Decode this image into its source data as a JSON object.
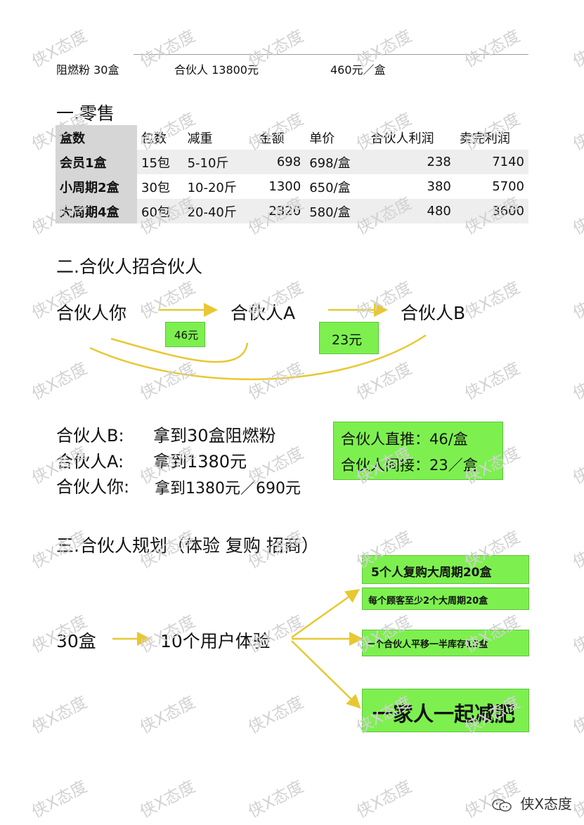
{
  "header": {
    "col1": "阻燃粉 30盒",
    "col2": "合伙人 13800元",
    "col3": "460元／盒"
  },
  "retail": {
    "title": "一.零售",
    "columns": [
      "盒数",
      "包数",
      "减重",
      "金额",
      "单价",
      "合伙人利润",
      "卖完利润"
    ],
    "rows": [
      [
        "会员1盒",
        "15包",
        "5-10斤",
        "698",
        "698/盒",
        "238",
        "7140"
      ],
      [
        "小周期2盒",
        "30包",
        "10-20斤",
        "1300",
        "650/盒",
        "380",
        "5700"
      ],
      [
        "大周期4盒",
        "60包",
        "20-40斤",
        "2320",
        "580/盒",
        "480",
        "3600"
      ]
    ]
  },
  "recruit": {
    "title": "二.合伙人招合伙人",
    "node_you": "合伙人你",
    "node_a": "合伙人A",
    "node_b": "合伙人B",
    "amount_1": "46元",
    "amount_2": "23元"
  },
  "results": {
    "b_label": "合伙人B:",
    "b_value": "拿到30盒阻燃粉",
    "a_label": "合伙人A:",
    "a_value": "拿到1380元",
    "you_label": "合伙人你:",
    "you_value": "拿到1380元／690元",
    "direct": "合伙人直推：46/盒",
    "indirect": "合伙人间接：23／盒"
  },
  "plan": {
    "title": "三.合伙人规划（体验 复购 招商）",
    "start": "30盒",
    "users": "10个用户体验",
    "out1_main": "5个人复购大周期20盒",
    "out1_sub": "每个顾客至少2个大周期20盒",
    "out2": "一个合伙人平移一半库存15盒",
    "out3": "一家人一起减肥"
  },
  "watermark": "侠X态度",
  "footer": {
    "brand": "侠X态度",
    "icon": "wechat-icon"
  },
  "colors": {
    "arrow": "#e8c832",
    "green": "#7df04f"
  }
}
